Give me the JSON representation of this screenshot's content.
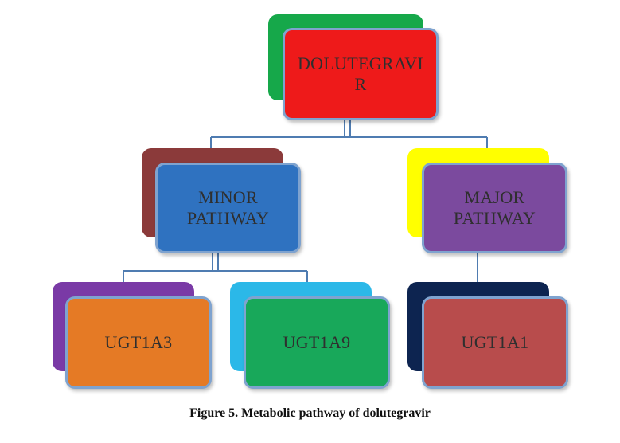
{
  "diagram": {
    "root": {
      "label": "DOLUTEGRAVI\nR",
      "back_color": "#16a84a",
      "fill_color": "#ee1a1a"
    },
    "minor": {
      "label": "MINOR\nPATHWAY",
      "back_color": "#8b3a3a",
      "fill_color": "#2f72c0"
    },
    "major": {
      "label": "MAJOR\nPATHWAY",
      "back_color": "#ffff00",
      "fill_color": "#7b4a9e"
    },
    "ugt1a3": {
      "label": "UGT1A3",
      "back_color": "#7a3aa6",
      "fill_color": "#e57a25"
    },
    "ugt1a9": {
      "label": "UGT1A9",
      "back_color": "#2bb8e8",
      "fill_color": "#18a85a"
    },
    "ugt1a1": {
      "label": "UGT1A1",
      "back_color": "#0d2450",
      "fill_color": "#b84c4c"
    },
    "connector_color": "#4f7cb1"
  },
  "caption": "Figure 5. Metabolic pathway of dolutegravir"
}
